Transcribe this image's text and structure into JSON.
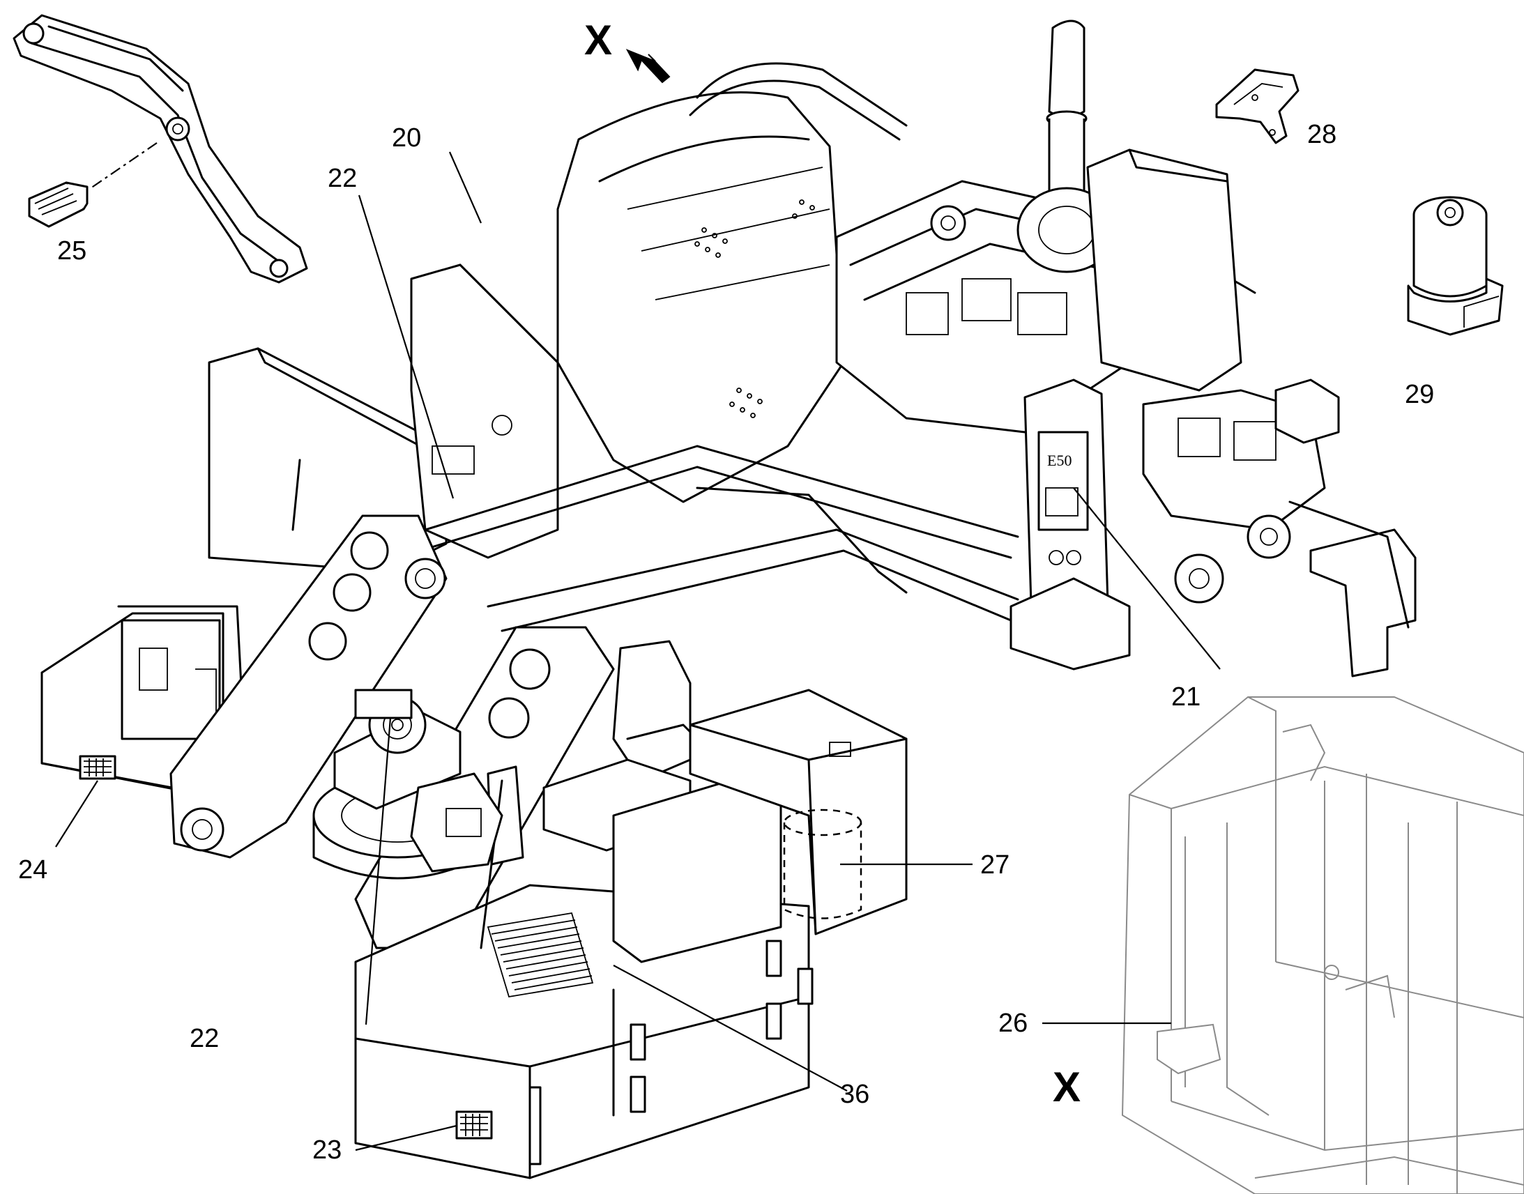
{
  "view": {
    "marker_top": "X",
    "marker_inset": "X"
  },
  "plate_label": "E50",
  "callouts": {
    "c20": "20",
    "c21": "21",
    "c22a": "22",
    "c22b": "22",
    "c23": "23",
    "c24": "24",
    "c25": "25",
    "c26": "26",
    "c27": "27",
    "c28": "28",
    "c29": "29",
    "c36": "36"
  }
}
